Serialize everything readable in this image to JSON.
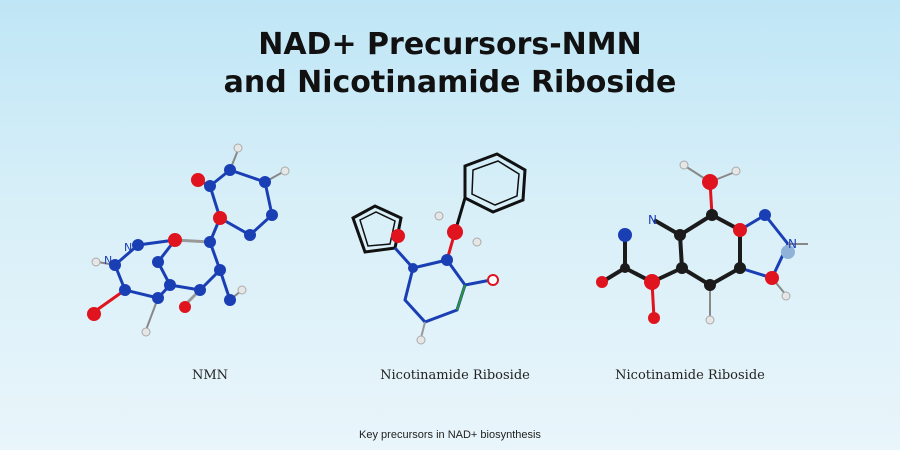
{
  "title": {
    "line1": "NAD+ Precursors-NMN",
    "line2": "and Nicotinamide Riboside"
  },
  "molecules": [
    {
      "label": "NMN",
      "atom_text": [
        "N",
        "N"
      ]
    },
    {
      "label": "Nicotinamide Riboside",
      "atom_text": []
    },
    {
      "label": "Nicotinamide Riboside",
      "atom_text": [
        "N",
        "N"
      ]
    }
  ],
  "footer": "Key precursors in NAD+ biosynthesis",
  "colors": {
    "oxygen": "#e0141e",
    "nitrogen": "#1a3fb5",
    "carbon": "#1b1b1b",
    "hydrogen": "#e6e6e6"
  }
}
